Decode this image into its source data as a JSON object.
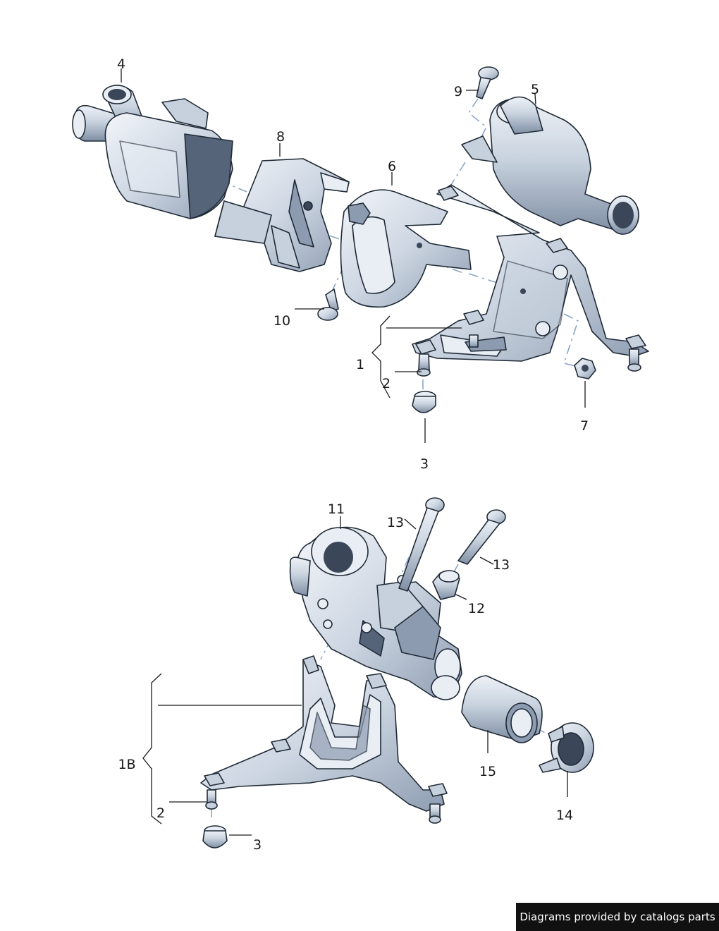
{
  "callouts": {
    "c4": "4",
    "c8": "8",
    "c9": "9",
    "c5": "5",
    "c6": "6",
    "c10": "10",
    "c1": "1",
    "c2a": "2",
    "c7": "7",
    "c3a": "3",
    "c11": "11",
    "c13a": "13",
    "c13b": "13",
    "c12": "12",
    "c1B": "1B",
    "c2b": "2",
    "c15": "15",
    "c14": "14",
    "c3b": "3"
  },
  "footer": {
    "credit": "Diagrams provided by catalogs parts"
  }
}
